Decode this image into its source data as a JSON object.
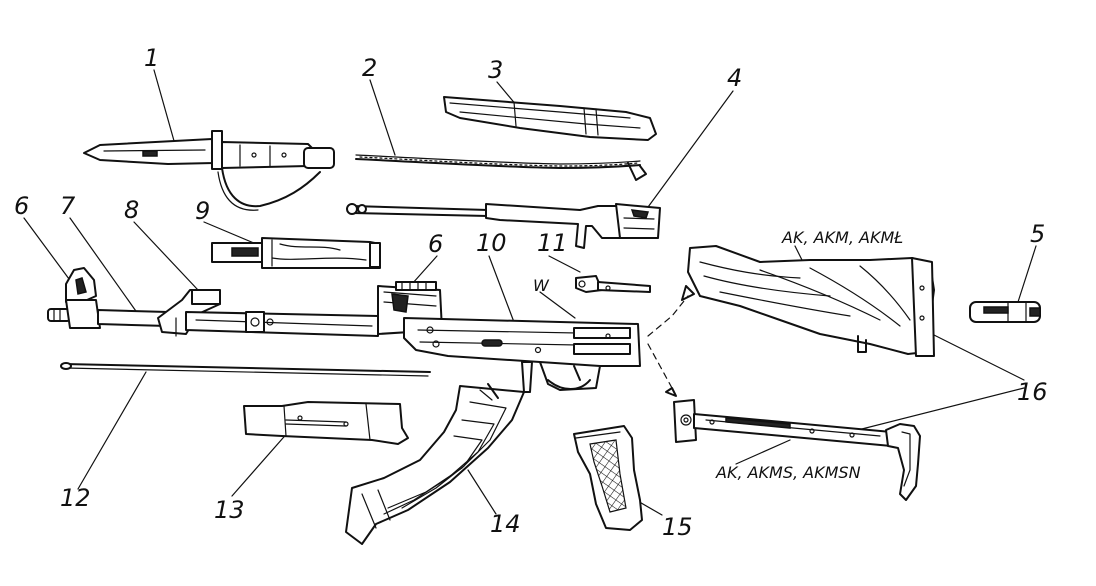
{
  "parts": [
    {
      "id": "bayonet",
      "number": "1"
    },
    {
      "id": "cleaning-kit-spring",
      "number": "2"
    },
    {
      "id": "receiver-cover",
      "number": "3"
    },
    {
      "id": "bolt-carrier",
      "number": "4"
    },
    {
      "id": "cleaning-tube",
      "number": "5"
    },
    {
      "id": "front-sight",
      "number": "6"
    },
    {
      "id": "barrel",
      "number": "7"
    },
    {
      "id": "gas-block",
      "number": "8"
    },
    {
      "id": "upper-handguard",
      "number": "9"
    },
    {
      "id": "receiver",
      "number": "10"
    },
    {
      "id": "bolt",
      "number": "11"
    },
    {
      "id": "cleaning-rod",
      "number": "12"
    },
    {
      "id": "lower-handguard",
      "number": "13"
    },
    {
      "id": "magazine",
      "number": "14"
    },
    {
      "id": "pistol-grip",
      "number": "15"
    },
    {
      "id": "stocks",
      "number": "16"
    },
    {
      "id": "rear-sight",
      "number": "6"
    }
  ],
  "captions": {
    "receiver_marker": "W",
    "fixed_stock": "AK, AKM, AKMŁ",
    "folding_stock": "AK, AKMS, AKMSN"
  }
}
